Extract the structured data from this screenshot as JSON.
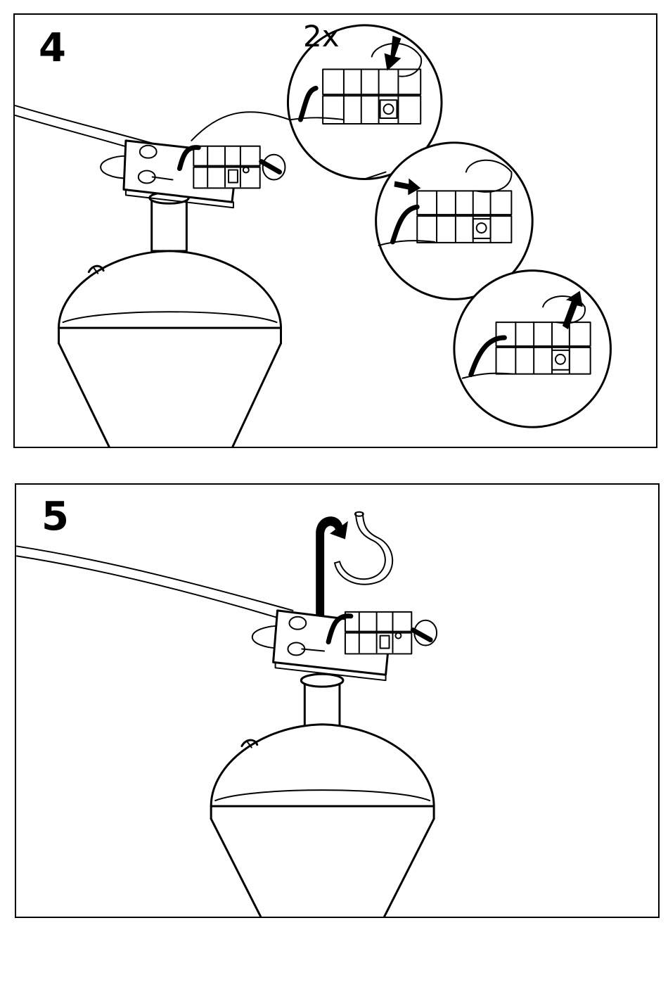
{
  "steps": [
    {
      "number": "4",
      "repeat_label": "2x",
      "icons": [
        "lamp-shade",
        "connector-block",
        "press-arrow-icon",
        "insert-arrow-icon",
        "release-arrow-icon"
      ]
    },
    {
      "number": "5",
      "icons": [
        "lamp-shade",
        "connector-block",
        "ceiling-hook",
        "hang-arrow-icon"
      ]
    }
  ],
  "colors": {
    "line": "#000000",
    "background": "#ffffff"
  }
}
